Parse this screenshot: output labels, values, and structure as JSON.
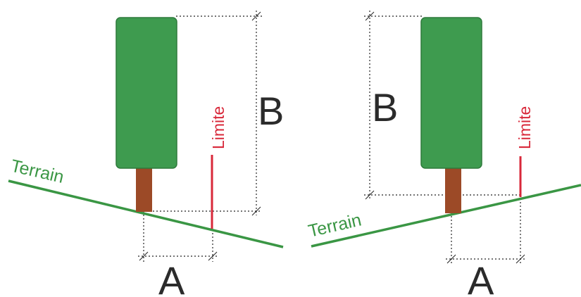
{
  "colors": {
    "foliage": "#3e9b4f",
    "foliage_stroke": "#2e7a3c",
    "trunk": "#9c4a27",
    "terrain": "#3a9644",
    "limite": "#d8283a",
    "dimension": "#222222",
    "text": "#2b2b2b"
  },
  "left_panel": {
    "terrain_label": "Terrain",
    "limite_label": "Limite",
    "dim_a_label": "A",
    "dim_b_label": "B"
  },
  "right_panel": {
    "terrain_label": "Terrain",
    "limite_label": "Limite",
    "dim_a_label": "A",
    "dim_b_label": "B"
  }
}
